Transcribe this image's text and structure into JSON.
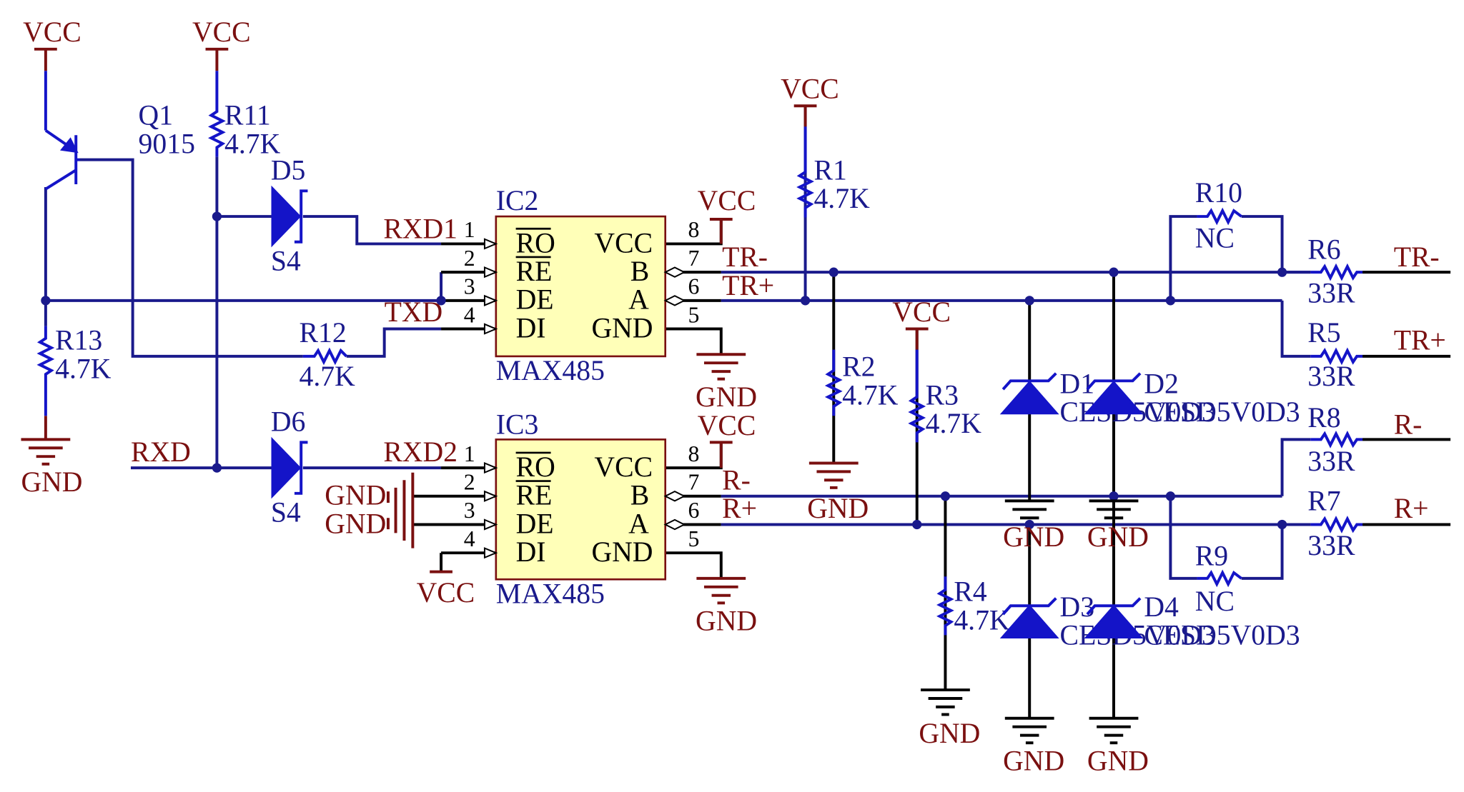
{
  "power": {
    "vcc": "VCC",
    "gnd": "GND"
  },
  "components": {
    "q1": {
      "ref": "Q1",
      "value": "9015"
    },
    "r1": {
      "ref": "R1",
      "value": "4.7K"
    },
    "r2": {
      "ref": "R2",
      "value": "4.7K"
    },
    "r3": {
      "ref": "R3",
      "value": "4.7K"
    },
    "r4": {
      "ref": "R4",
      "value": "4.7K"
    },
    "r5": {
      "ref": "R5",
      "value": "33R"
    },
    "r6": {
      "ref": "R6",
      "value": "33R"
    },
    "r7": {
      "ref": "R7",
      "value": "33R"
    },
    "r8": {
      "ref": "R8",
      "value": "33R"
    },
    "r9": {
      "ref": "R9",
      "value": "NC"
    },
    "r10": {
      "ref": "R10",
      "value": "NC"
    },
    "r11": {
      "ref": "R11",
      "value": "4.7K"
    },
    "r12": {
      "ref": "R12",
      "value": "4.7K"
    },
    "r13": {
      "ref": "R13",
      "value": "4.7K"
    },
    "d1": {
      "ref": "D1",
      "value": "CESD5V0D3"
    },
    "d2": {
      "ref": "D2",
      "value": "CESD5V0D3"
    },
    "d3": {
      "ref": "D3",
      "value": "CESD5V0D3"
    },
    "d4": {
      "ref": "D4",
      "value": "CESD5V0D3"
    },
    "d5": {
      "ref": "D5",
      "value": "S4"
    },
    "d6": {
      "ref": "D6",
      "value": "S4"
    },
    "ic2": {
      "ref": "IC2",
      "part": "MAX485"
    },
    "ic3": {
      "ref": "IC3",
      "part": "MAX485"
    }
  },
  "ic_pins": {
    "left": [
      {
        "num": "1",
        "name": "RO"
      },
      {
        "num": "2",
        "name": "RE"
      },
      {
        "num": "3",
        "name": "DE"
      },
      {
        "num": "4",
        "name": "DI"
      }
    ],
    "right": [
      {
        "num": "8",
        "name": "VCC"
      },
      {
        "num": "7",
        "name": "B"
      },
      {
        "num": "6",
        "name": "A"
      },
      {
        "num": "5",
        "name": "GND"
      }
    ]
  },
  "nets": {
    "rxd1": "RXD1",
    "rxd2": "RXD2",
    "txd": "TXD",
    "rxd": "RXD",
    "tr_minus": "TR-",
    "tr_plus": "TR+",
    "r_minus": "R-",
    "r_plus": "R+"
  },
  "colors": {
    "wire": "#1a1a8c",
    "power_symbol": "#7a1010",
    "component": "#1414c8",
    "ic_fill": "#ffffb8"
  }
}
